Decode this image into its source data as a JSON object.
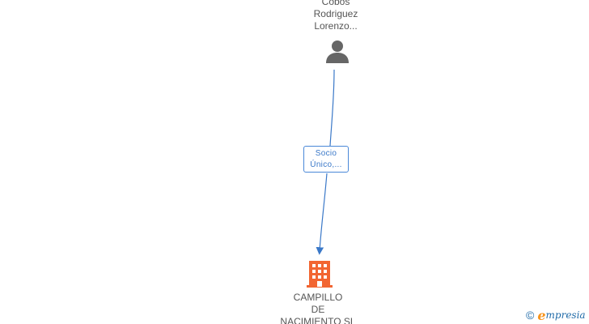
{
  "person": {
    "name_lines": [
      "Cobos",
      "Rodriguez",
      "Lorenzo..."
    ]
  },
  "relation": {
    "label_lines": [
      "Socio",
      "Único,..."
    ]
  },
  "company": {
    "name_lines": [
      "CAMPILLO",
      "DE",
      "NACIMIENTO SL"
    ]
  },
  "brand": {
    "copyright": "©",
    "logo_initial": "e",
    "logo_rest": "mpresia"
  },
  "colors": {
    "edge": "#3a78c8",
    "person_icon": "#666666",
    "company_icon": "#f26531",
    "label_text": "#555555"
  },
  "icons": {
    "person": "person-icon",
    "company": "building-icon"
  }
}
